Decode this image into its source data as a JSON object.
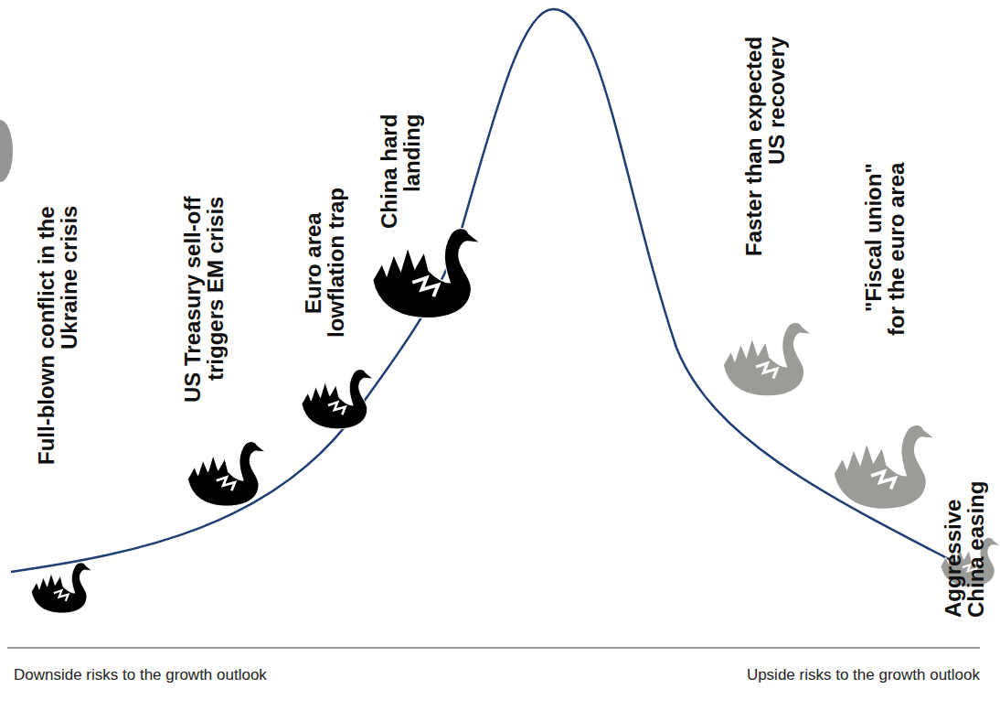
{
  "diagram": {
    "labels": [
      "Full-blown conflict in the Ukraine crisis",
      "US Treasury sell-off triggers EM crisis",
      "Euro area lowflation trap",
      "China hard landing",
      "Faster than expected US recovery",
      "\"Fiscal union\" for the euro area",
      "Aggressive China easing",
      "Downside risks to the growth outlook",
      "Upside risks to the growth outlook"
    ]
  }
}
